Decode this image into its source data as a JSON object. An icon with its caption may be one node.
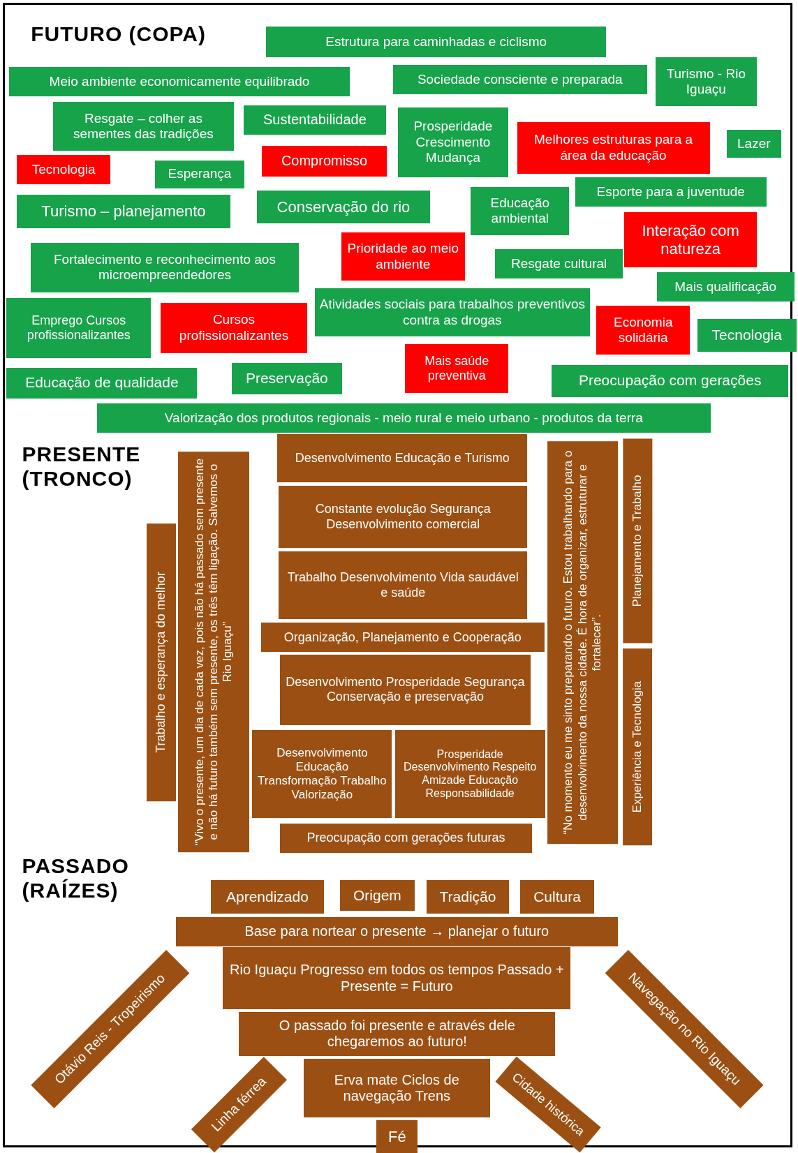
{
  "diagram": {
    "nodes": [
      {
        "text": [
          "Estrutura para caminhadas e ciclismo"
        ]
      },
      {
        "text": [
          "Meio ambiente economicamente equilibrado"
        ]
      },
      {
        "text": [
          "Sociedade consciente e preparada"
        ]
      },
      {
        "text": [
          "Turismo - Rio Iguaçu"
        ]
      },
      {
        "text": [
          "Resgate – colher as sementes das tradições"
        ]
      },
      {
        "text": [
          "Sustentabilidade"
        ]
      },
      {
        "text": [
          "Prosperidade Crescimento Mudança"
        ]
      },
      {
        "text": [
          "Melhores estruturas para a área da educação"
        ]
      },
      {
        "text": [
          "Lazer"
        ]
      },
      {
        "text": [
          "Tecnologia"
        ]
      },
      {
        "text": [
          "Esperança"
        ]
      },
      {
        "text": [
          "Compromisso"
        ]
      },
      {
        "text": [
          "Turismo – planejamento"
        ]
      },
      {
        "text": [
          "Conservação do rio"
        ]
      },
      {
        "text": [
          "Educação ambiental"
        ]
      },
      {
        "text": [
          "Esporte para a juventude"
        ]
      },
      {
        "text": [
          "Interação com natureza"
        ]
      },
      {
        "text": [
          "Fortalecimento e reconhecimento aos microempreendedores"
        ]
      },
      {
        "text": [
          "Prioridade ao meio ambiente"
        ]
      },
      {
        "text": [
          "Resgate cultural"
        ]
      },
      {
        "text": [
          "Mais qualificação"
        ]
      },
      {
        "text": [
          "Emprego Cursos profissionalizantes"
        ]
      },
      {
        "text": [
          "Cursos profissionalizantes"
        ]
      },
      {
        "text": [
          "Atividades sociais para trabalhos preventivos contra as drogas"
        ]
      },
      {
        "text": [
          "Economia solidária"
        ]
      },
      {
        "text": [
          "Tecnologia"
        ]
      },
      {
        "text": [
          "Educação de qualidade"
        ]
      },
      {
        "text": [
          "Preservação"
        ]
      },
      {
        "text": [
          "Mais saúde preventiva"
        ]
      },
      {
        "text": [
          "Preocupação com gerações"
        ]
      },
      {
        "text": [
          "Valorização dos produtos regionais - meio rural e meio urbano - produtos da terra"
        ]
      },
      {
        "text": [
          "Desenvolvimento Educação e Turismo"
        ]
      },
      {
        "text": [
          "Constante evolução Segurança Desenvolvimento comercial"
        ]
      },
      {
        "text": [
          "Trabalho Desenvolvimento Vida saudável e saúde"
        ]
      },
      {
        "text": [
          "Organização, Planejamento e Cooperação"
        ]
      },
      {
        "text": [
          "Desenvolvimento Prosperidade Segurança Conservação e preservação"
        ]
      },
      {
        "text": [
          "Desenvolvimento Educação Transformação Trabalho Valorização"
        ]
      },
      {
        "text": [
          "Prosperidade Desenvolvimento Respeito Amizade Educação Responsabilidade"
        ]
      },
      {
        "text": [
          "Preocupação com gerações futuras"
        ]
      },
      {
        "text": [
          "Trabalho e esperança do melhor"
        ]
      },
      {
        "text": [
          "“Vivo o presente, um dia de cada vez, pois não há passado sem presente e não há futuro também sem presente, os três têm ligação. Salvemos o Rio Iguaçu”"
        ]
      },
      {
        "text": [
          "“No momento eu me sinto preparando o futuro. Estou trabalhando para o desenvolvimento da nossa cidade. É hora de organizar, estruturar e fortalecer”."
        ]
      },
      {
        "text": [
          "Planejamento e Trabalho"
        ]
      },
      {
        "text": [
          "Experiência e Tecnologia"
        ]
      },
      {
        "text": [
          "Aprendizado"
        ]
      },
      {
        "text": [
          "Origem"
        ]
      },
      {
        "text": [
          "Tradição"
        ]
      },
      {
        "text": [
          "Cultura"
        ]
      },
      {
        "text": [
          "Base para nortear o presente → planejar o futuro"
        ]
      },
      {
        "text": [
          "Rio Iguaçu Progresso em todos os tempos Passado + Presente = Futuro"
        ]
      },
      {
        "text": [
          "O passado foi presente e através dele chegaremos ao futuro!"
        ]
      },
      {
        "text": [
          "Erva mate Ciclos de navegação Trens"
        ]
      },
      {
        "text": [
          "Fé"
        ]
      },
      {
        "text": [
          "Otávio Reis - Tropeirismo"
        ]
      },
      {
        "text": [
          "Linha férrea"
        ]
      },
      {
        "text": [
          "Navegação no Rio Iguaçu"
        ]
      },
      {
        "text": [
          "Cidade histórica"
        ]
      }
    ],
    "labels": [
      "FUTURO (COPA)",
      "PRESENTE (TRONCO)",
      "PASSADO (RAÍZES)"
    ]
  }
}
